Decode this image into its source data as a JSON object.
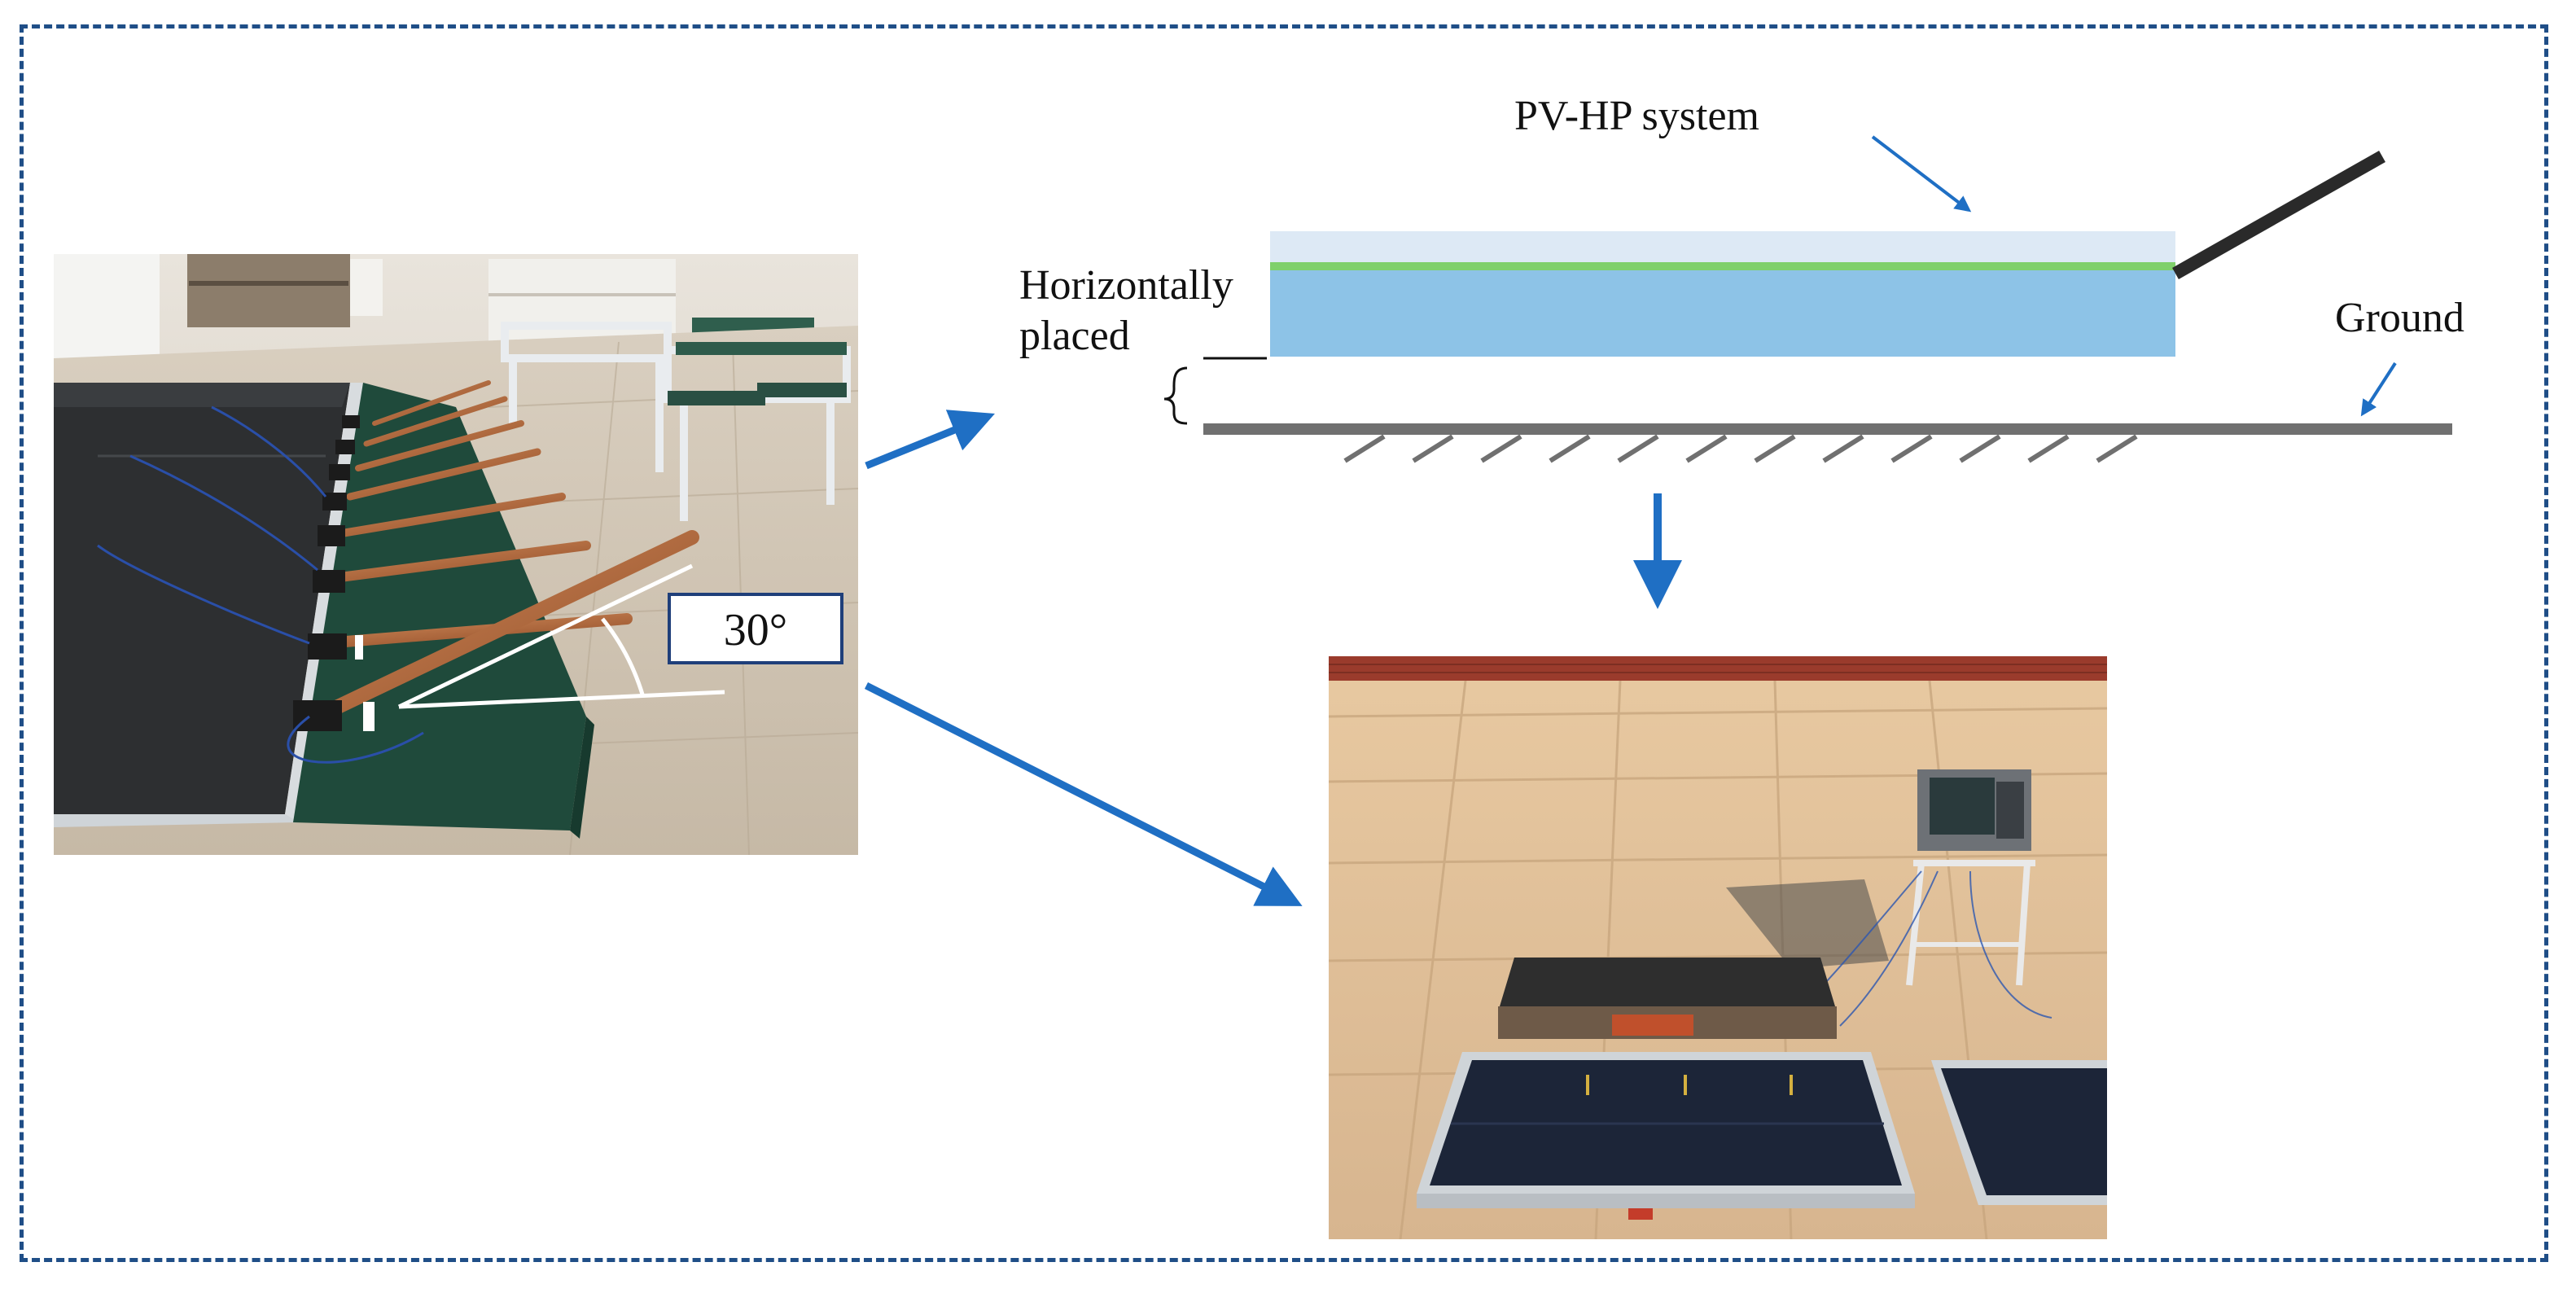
{
  "labels": {
    "system": "PV-HP system",
    "placement": "Horizontally\nplaced",
    "ground": "Ground",
    "angle": "30°"
  },
  "photos": {
    "indoor": "indoor-lab-pv-hp-photo",
    "outdoor": "outdoor-roof-test-photo"
  },
  "colors": {
    "arrow": "#1f6fc4",
    "frame": "#1f4e87",
    "cover": "#dde9f5",
    "absorber": "#7fd06b",
    "panel": "#8dc3e7",
    "heatpipe": "#2a2a2a",
    "ground": "#707070"
  }
}
